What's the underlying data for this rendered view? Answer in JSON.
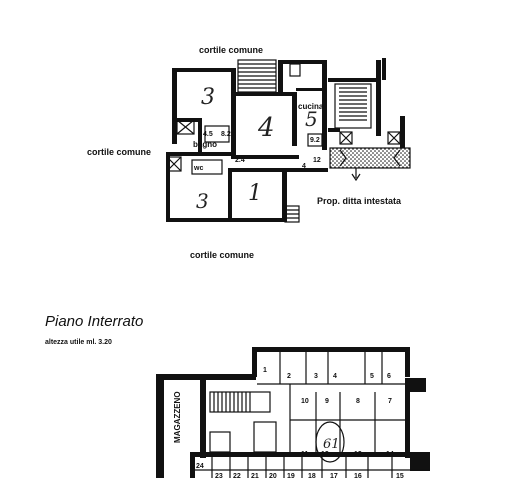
{
  "ground_floor": {
    "labels": {
      "courtyard_top": "cortile comune",
      "courtyard_left": "cortile comune",
      "courtyard_bottom": "cortile comune",
      "kitchen": "cucina",
      "bathroom": "bagno",
      "wc": "wc",
      "owned_property": "Prop. ditta intestata"
    },
    "rooms": [
      "1",
      "3",
      "3",
      "4",
      "5"
    ],
    "small_marks": [
      "4.5",
      "2.4",
      "8.2",
      "9.2",
      "4",
      "12"
    ]
  },
  "basement": {
    "title": "Piano Interrato",
    "subtitle": "altezza utile ml. 3.20",
    "storage_label": "MAGAZZENO",
    "cells_top": [
      "1",
      "2",
      "3",
      "4",
      "5",
      "6"
    ],
    "cells_mid": [
      "10",
      "9",
      "8",
      "7"
    ],
    "cells_low": [
      "11",
      "12",
      "13",
      "14"
    ],
    "cells_left": [
      "24"
    ],
    "cells_bottom": [
      "23",
      "22",
      "21",
      "20",
      "19",
      "18",
      "17",
      "16",
      "15"
    ],
    "oval_mark": "61"
  },
  "colors": {
    "ink": "#111111",
    "paper": "#ffffff"
  }
}
